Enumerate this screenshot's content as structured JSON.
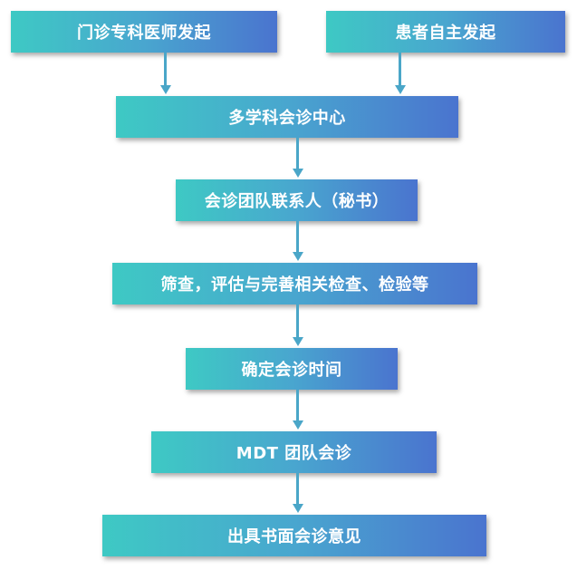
{
  "flow": {
    "starters": {
      "specialist": "门诊专科医师发起",
      "patient": "患者自主发起"
    },
    "steps": [
      "多学科会诊中心",
      "会诊团队联系人（秘书）",
      "筛查，评估与完善相关检查、检验等",
      "确定会诊时间",
      "MDT 团队会诊",
      "出具书面会诊意见"
    ]
  },
  "colors": {
    "gradient_start": "#3ec9c4",
    "gradient_end": "#4a74cf",
    "arrow": "#4aa6c8"
  }
}
